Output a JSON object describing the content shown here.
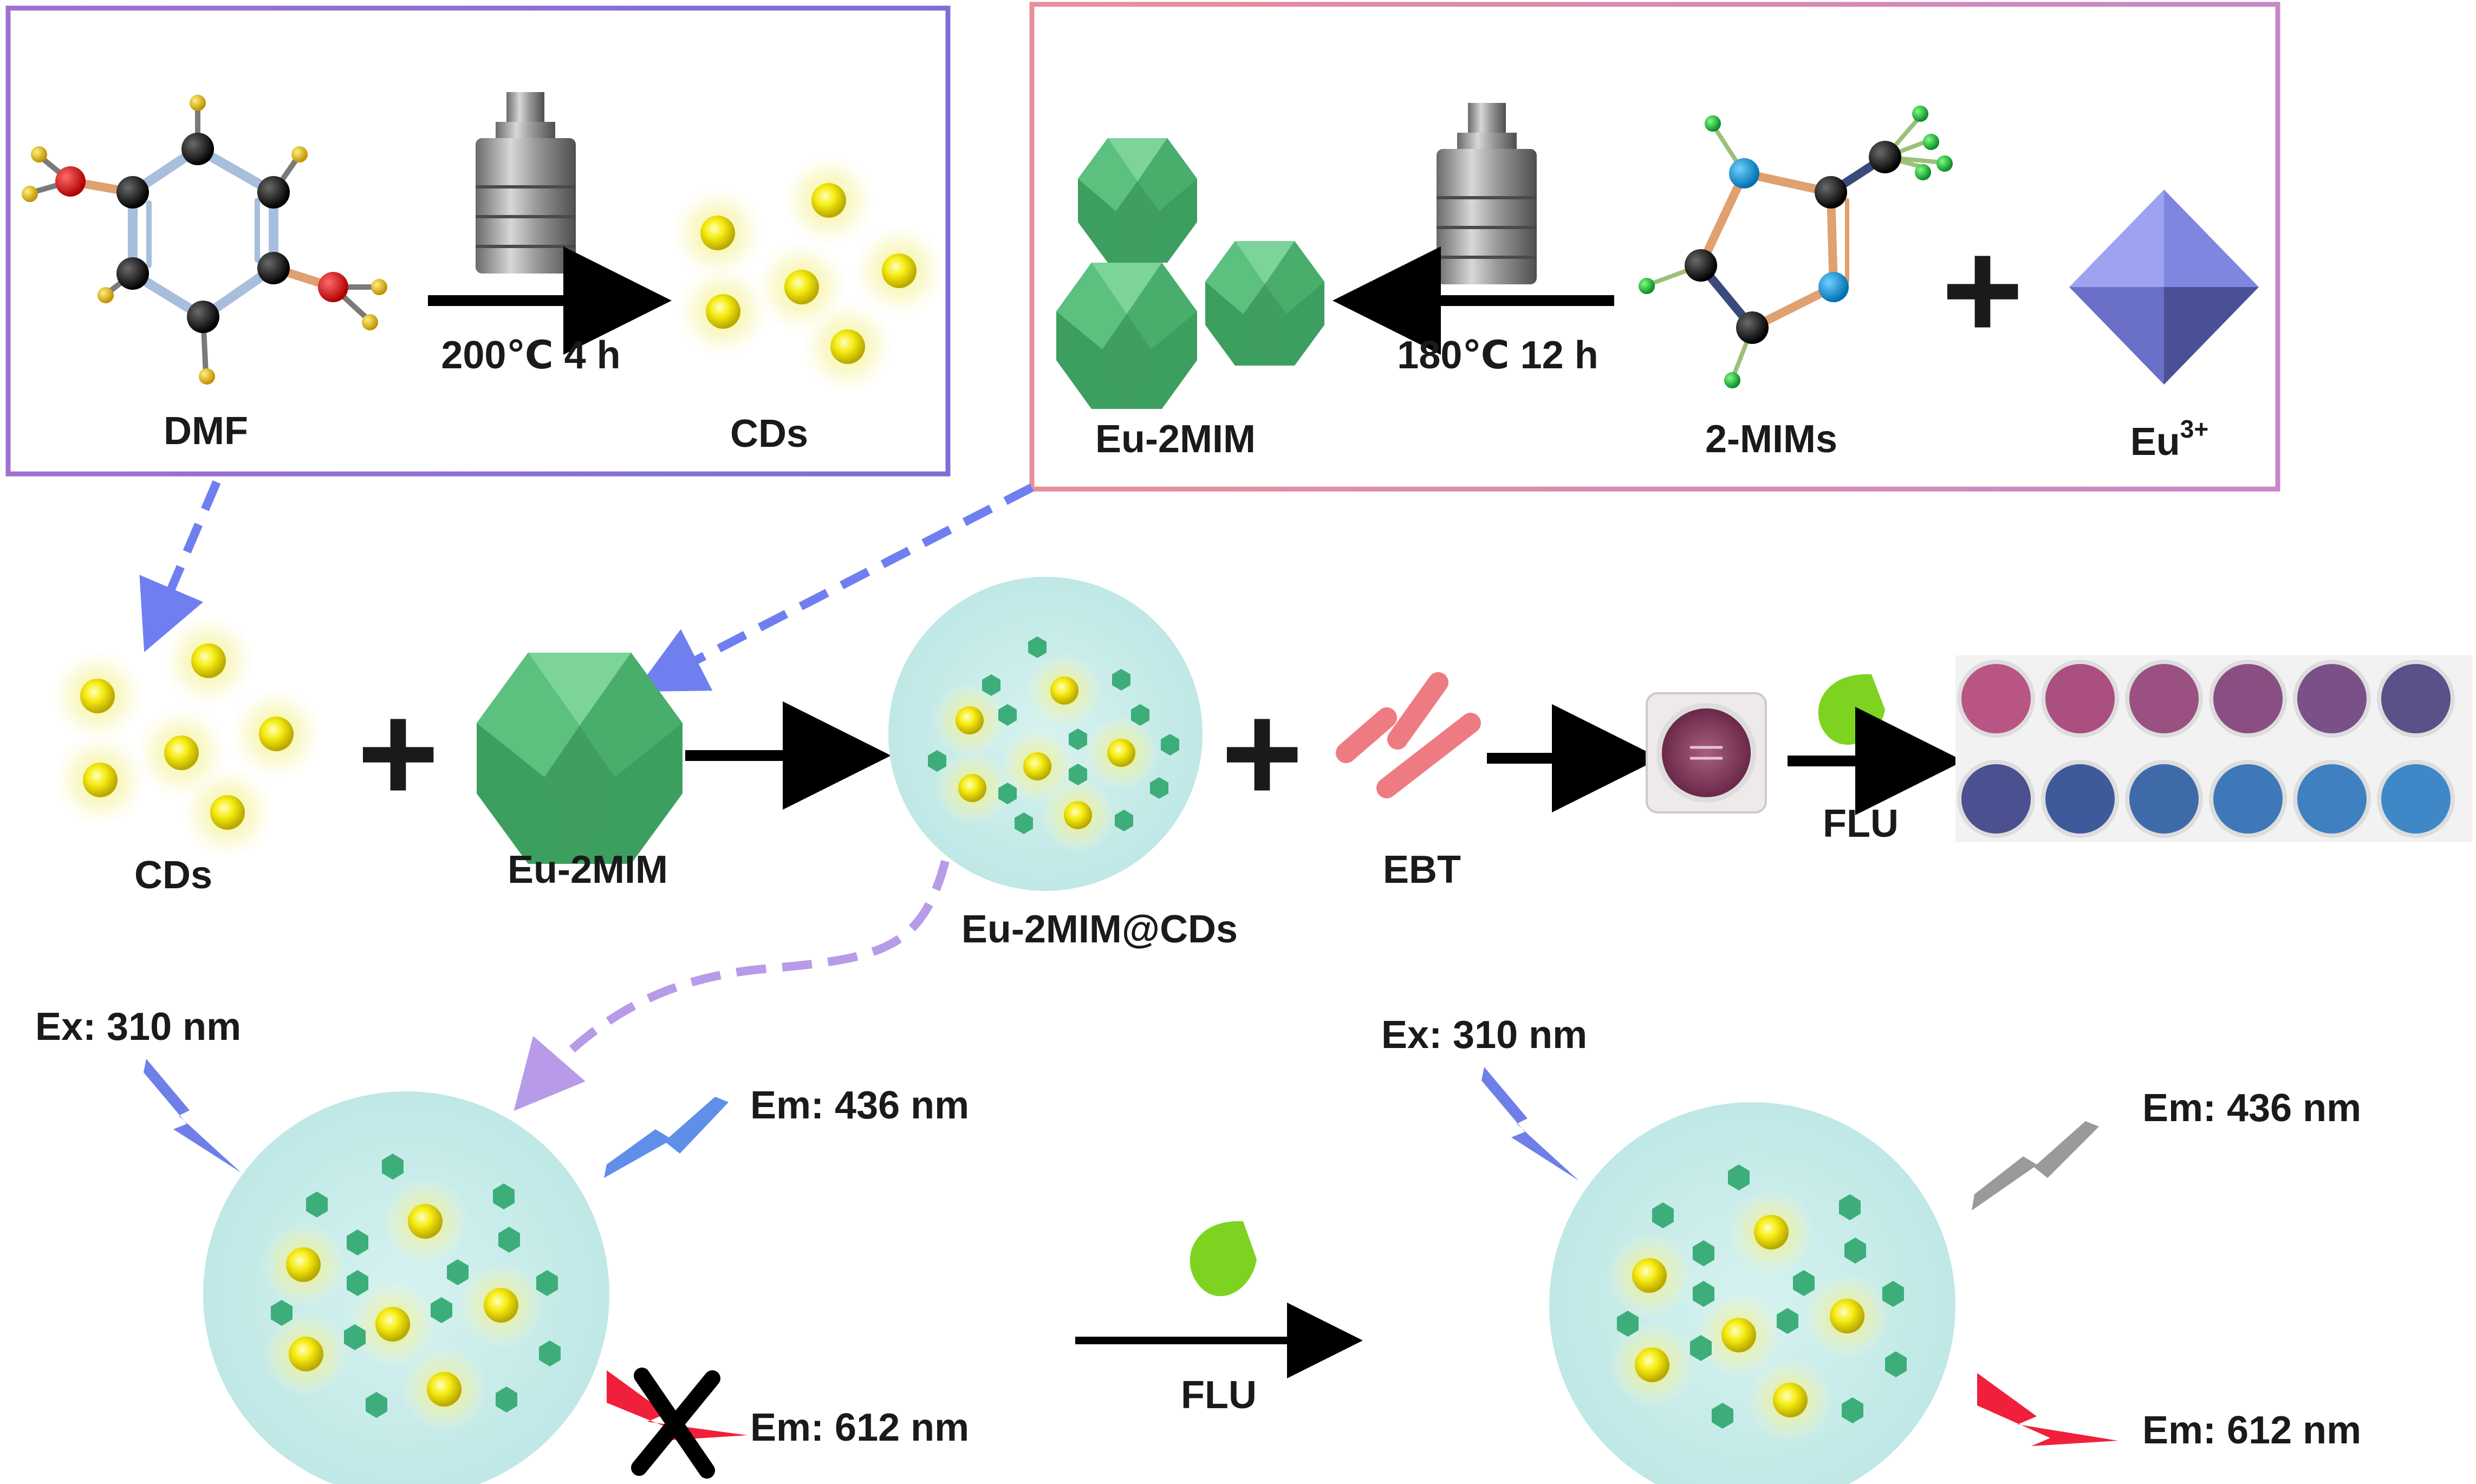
{
  "panel_left": {
    "precursor_label": "DMF",
    "condition_label": "200℃ 4 h",
    "product_label": "CDs"
  },
  "panel_right": {
    "product_label": "Eu-2MIM",
    "condition_label": "180℃  12 h",
    "ligand_label": "2-MIMs",
    "plus_sign": "+",
    "ion_label_base": "Eu",
    "ion_label_sup": "3+"
  },
  "assembly": {
    "cds_label": "CDs",
    "plus_sign_1": "+",
    "mof_label": "Eu-2MIM",
    "composite_label": "Eu-2MIM@CDs",
    "plus_sign_2": "+",
    "dye_label": "EBT",
    "analyte_label": "FLU"
  },
  "sensing": {
    "excitation_left": "Ex: 310 nm",
    "emission_blue_left": "Em: 436 nm",
    "emission_red_left": "Em: 612 nm",
    "analyte_label": "FLU",
    "excitation_right": "Ex: 310 nm",
    "emission_blue_right": "Em: 436 nm",
    "emission_red_right": "Em: 612 nm"
  },
  "colors": {
    "left_frame": "#8a6fd0",
    "right_frame": "#d98ab0",
    "dashed_arrow": "#6f7ff0",
    "arrow": "#000000",
    "cd_yellow": "#f4ea0a",
    "mof_green": "#3fae68",
    "sphere_fill": "#cdeeed",
    "ebt_red": "#ef7b82",
    "flu_green": "#7ed321",
    "em_blue": "#5f8fe8",
    "em_red": "#f0203a",
    "em_gray": "#9a9a9a"
  }
}
